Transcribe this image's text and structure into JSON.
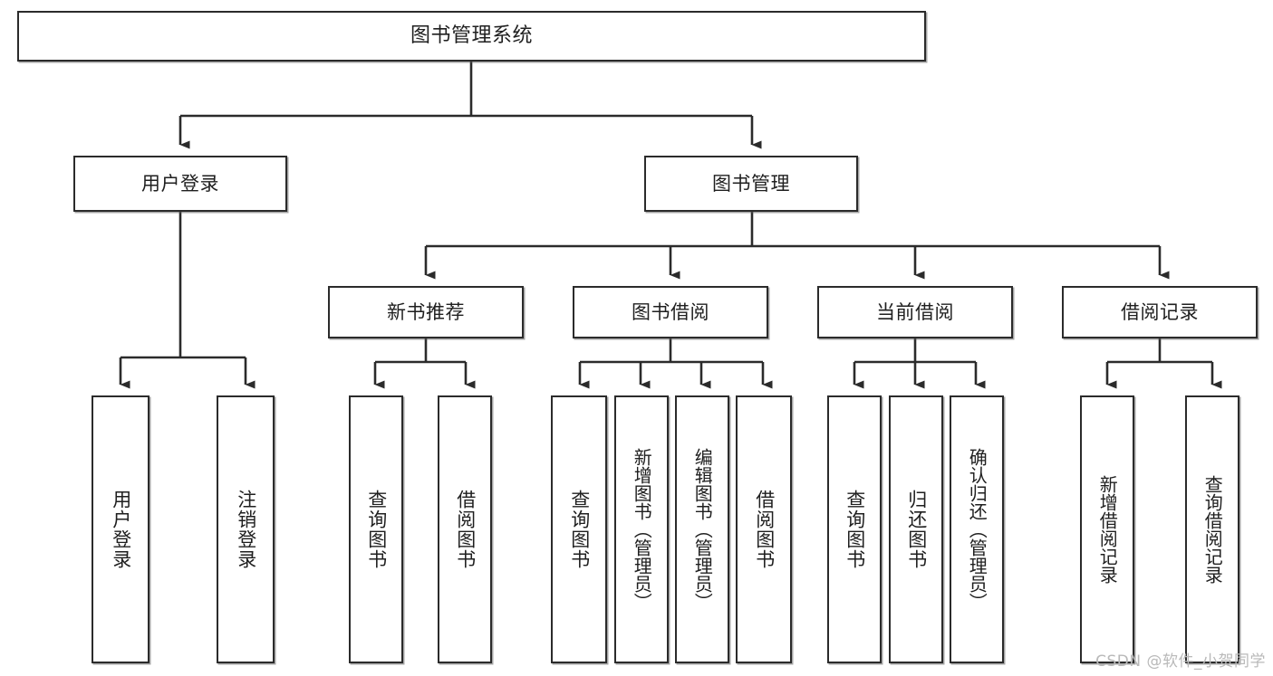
{
  "diagram": {
    "type": "tree-hierarchy-chart",
    "title": "图书管理系统",
    "watermark": "CSDN @软件_小贺同学",
    "colors": {
      "box_border": "#2b2b2b",
      "box_fill": "#ffffff",
      "connector": "#2b2b2b",
      "text": "#1f1f1f",
      "watermark": "#b9b9b9",
      "background": "#ffffff"
    },
    "nodes": {
      "root": {
        "label": "图书管理系统"
      },
      "level2": [
        {
          "id": "user-login",
          "label": "用户登录"
        },
        {
          "id": "book-management",
          "label": "图书管理"
        }
      ],
      "level3": [
        {
          "id": "new-book-recommend",
          "label": "新书推荐"
        },
        {
          "id": "book-borrow",
          "label": "图书借阅"
        },
        {
          "id": "current-borrow",
          "label": "当前借阅"
        },
        {
          "id": "borrow-record",
          "label": "借阅记录"
        }
      ],
      "leaves": {
        "user_login": [
          {
            "id": "leaf-user-login",
            "label": "用户登录"
          },
          {
            "id": "leaf-logout-login",
            "label": "注销登录"
          }
        ],
        "new_book_recommend": [
          {
            "id": "leaf-query-book-1",
            "label": "查询图书"
          },
          {
            "id": "leaf-borrow-book-1",
            "label": "借阅图书"
          }
        ],
        "book_borrow": [
          {
            "id": "leaf-query-book-2",
            "label": "查询图书"
          },
          {
            "id": "leaf-add-book-admin",
            "label": "新增图书（管理员）"
          },
          {
            "id": "leaf-edit-book-admin",
            "label": "编辑图书（管理员）"
          },
          {
            "id": "leaf-borrow-book-2",
            "label": "借阅图书"
          }
        ],
        "current_borrow": [
          {
            "id": "leaf-query-book-3",
            "label": "查询图书"
          },
          {
            "id": "leaf-return-book",
            "label": "归还图书"
          },
          {
            "id": "leaf-confirm-return-admin",
            "label": "确认归还（管理员）"
          }
        ],
        "borrow_record": [
          {
            "id": "leaf-add-borrow-record",
            "label": "新增借阅记录"
          },
          {
            "id": "leaf-query-borrow-record",
            "label": "查询借阅记录"
          }
        ]
      }
    }
  }
}
